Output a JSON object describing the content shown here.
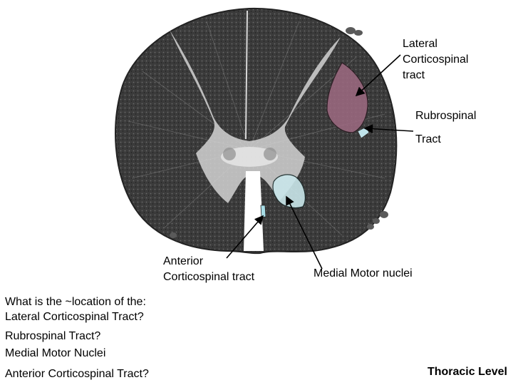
{
  "labels": {
    "lateral_corticospinal": [
      "Lateral",
      "Corticospinal",
      "tract"
    ],
    "rubrospinal": [
      "Rubrospinal",
      "Tract"
    ],
    "anterior_corticospinal": [
      "Anterior",
      "Corticospinal tract"
    ],
    "medial_motor": "Medial Motor nuclei"
  },
  "questions": {
    "prompt": "What is the ~location of the:",
    "items": [
      "Lateral Corticospinal Tract?",
      "Rubrospinal Tract?",
      "Medial Motor Nuclei",
      "Anterior Corticospinal Tract?"
    ]
  },
  "level": "Thoracic Level",
  "colors": {
    "lateral_corticospinal_fill": "#9e6a82",
    "rubrospinal_fill": "#bfe3ea",
    "medial_motor_fill": "#c9e6ea",
    "anterior_corticospinal_fill": "#a8dde6",
    "white_matter": "#3a3a3a",
    "gray_matter": "#cfcfcf"
  }
}
